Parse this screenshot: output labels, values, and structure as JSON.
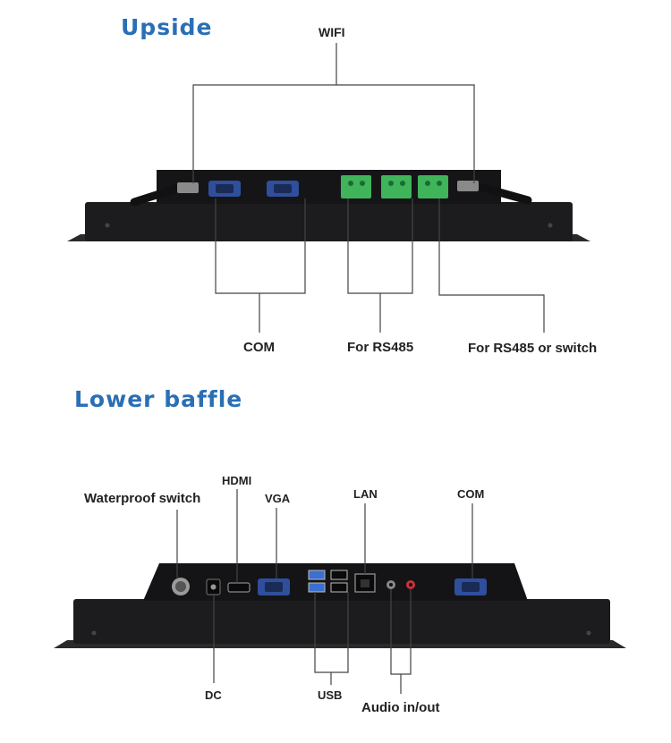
{
  "upside": {
    "title": "Upside",
    "labels": {
      "wifi": "WIFI",
      "com": "COM",
      "rs485": "For RS485",
      "rs485_switch": "For RS485 or switch"
    }
  },
  "lower": {
    "title": "Lower baffle",
    "labels": {
      "waterproof_switch": "Waterproof switch",
      "hdmi": "HDMI",
      "vga": "VGA",
      "lan": "LAN",
      "com": "COM",
      "dc": "DC",
      "usb": "USB",
      "audio": "Audio in/out"
    }
  },
  "colors": {
    "title_blue": "#2a6fb5",
    "device_body": "#1c1c1e",
    "vga_blue": "#2f4f9c",
    "terminal_green": "#3fb45a",
    "leader_line": "#444444"
  }
}
